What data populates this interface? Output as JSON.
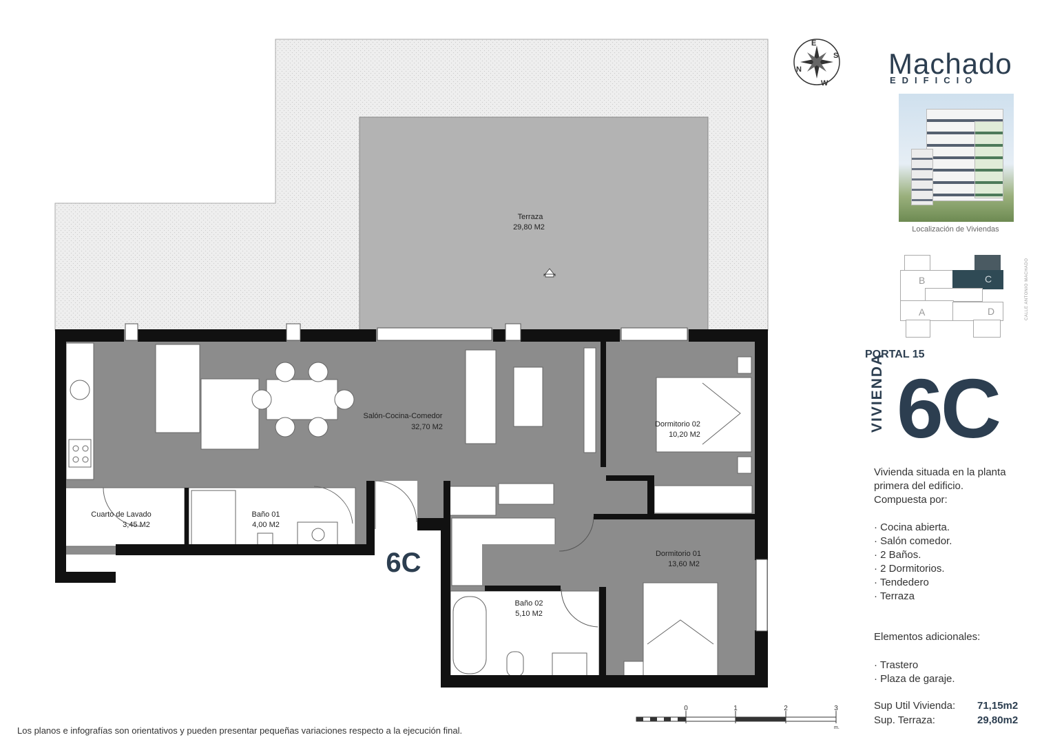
{
  "brand": {
    "name": "Machado",
    "subtitle": "EDIFICIO",
    "photo_caption": "Localización de Viviendas"
  },
  "compass": {
    "letters": [
      "N",
      "E",
      "S",
      "W"
    ]
  },
  "key_plan": {
    "cells": [
      "A",
      "B",
      "C",
      "D"
    ],
    "highlight": "C",
    "street_label": "CALLE ANTONIO MACHADO"
  },
  "unit": {
    "portal": "PORTAL 15",
    "word": "VIVIENDA",
    "code": "6C",
    "plan_marker": "6C"
  },
  "description": {
    "lines": [
      "Vivienda situada en la planta",
      "primera del edificio.",
      "Compuesta por:"
    ],
    "items": [
      "· Cocina abierta.",
      "· Salón comedor.",
      "· 2 Baños.",
      "· 2 Dormitorios.",
      "· Tendedero",
      "· Terraza"
    ],
    "extras_title": "Elementos adicionales:",
    "extras": [
      "· Trastero",
      "· Plaza de garaje."
    ]
  },
  "surfaces": [
    {
      "label": "Sup Util Vivienda:",
      "value": "71,15m2"
    },
    {
      "label": "Sup. Terraza:",
      "value": "29,80m2"
    }
  ],
  "rooms": [
    {
      "name": "Terraza",
      "area": "29,80 M2"
    },
    {
      "name": "Salón-Cocina-Comedor",
      "area": "32,70 M2"
    },
    {
      "name": "Dormitorio 02",
      "area": "10,20 M2"
    },
    {
      "name": "Cuarto de Lavado",
      "area": "3,45 M2"
    },
    {
      "name": "Baño 01",
      "area": "4,00 M2"
    },
    {
      "name": "Dormitorio 01",
      "area": "13,60 M2"
    },
    {
      "name": "Baño 02",
      "area": "5,10 M2"
    }
  ],
  "scale_bar": {
    "ticks": [
      "0",
      "1",
      "2",
      "3"
    ],
    "unit": "m."
  },
  "colors": {
    "wall": "#111111",
    "floor": "#8c8c8c",
    "terrace_outer": "#eeeeee",
    "terrace_inner": "#b3b3b3",
    "accent": "#2c3e50",
    "key_highlight": "#2f4a55"
  },
  "footnote": "Los planos e infografías son orientativos y pueden presentar pequeñas variaciones respecto a la ejecución final."
}
